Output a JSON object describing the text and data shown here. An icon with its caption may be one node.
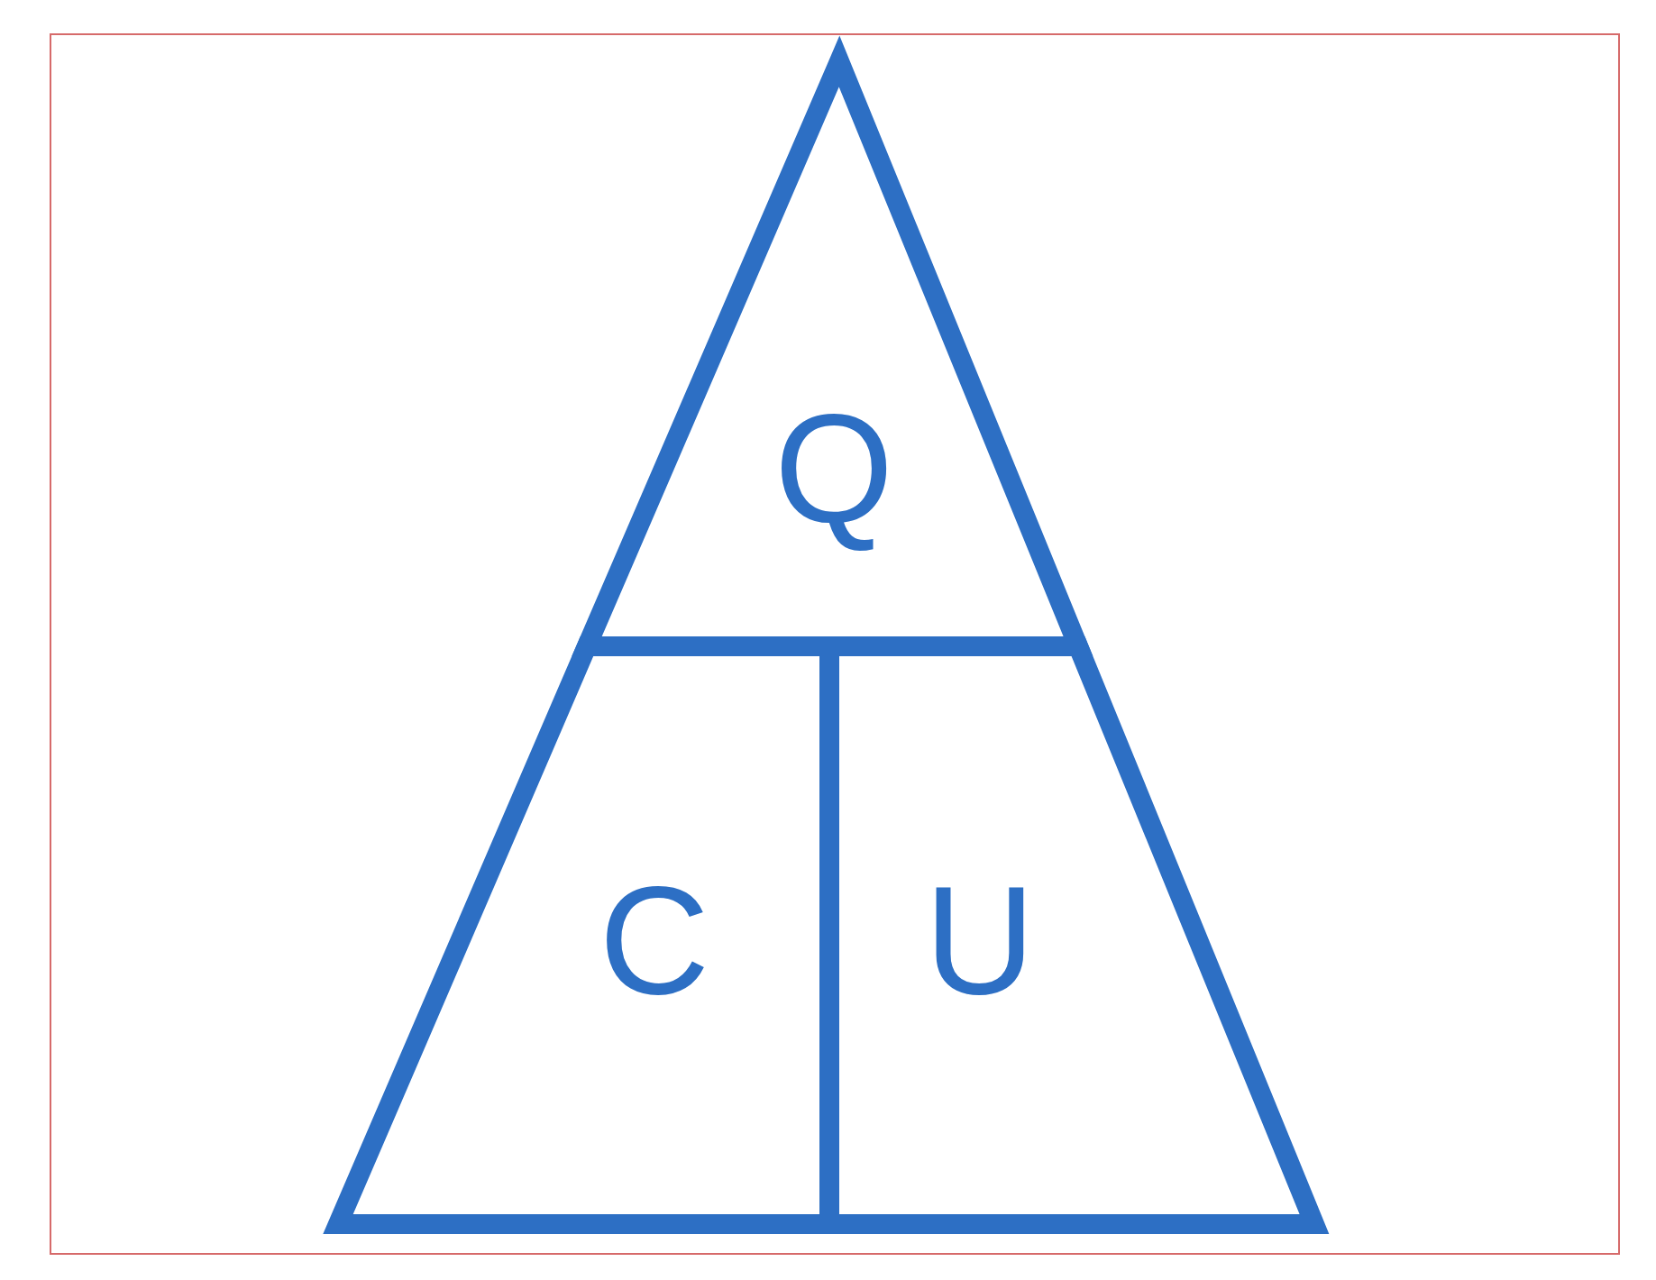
{
  "diagram": {
    "nodes": [
      {
        "text": [
          "Q"
        ]
      },
      {
        "text": [
          "C"
        ]
      },
      {
        "text": [
          "U"
        ]
      }
    ]
  }
}
